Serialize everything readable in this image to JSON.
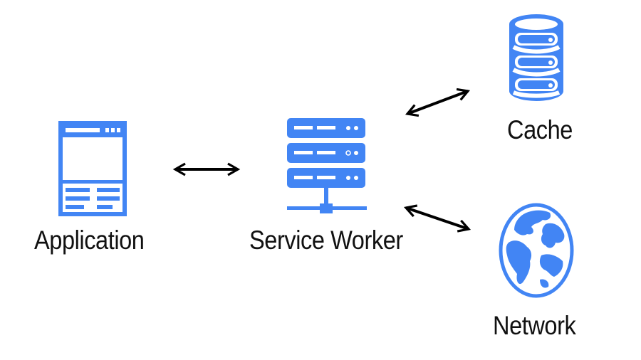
{
  "colors": {
    "accent": "#4285F4",
    "text": "#111111",
    "arrow": "#000000",
    "background": "#FFFFFF"
  },
  "nodes": {
    "application": {
      "label": "Application",
      "icon": "browser-window-icon"
    },
    "service_worker": {
      "label": "Service Worker",
      "icon": "server-rack-icon"
    },
    "cache": {
      "label": "Cache",
      "icon": "database-icon"
    },
    "network": {
      "label": "Network",
      "icon": "globe-icon"
    }
  },
  "connections": [
    {
      "from": "application",
      "to": "service_worker",
      "direction": "bidirectional"
    },
    {
      "from": "service_worker",
      "to": "cache",
      "direction": "bidirectional"
    },
    {
      "from": "service_worker",
      "to": "network",
      "direction": "bidirectional"
    }
  ]
}
